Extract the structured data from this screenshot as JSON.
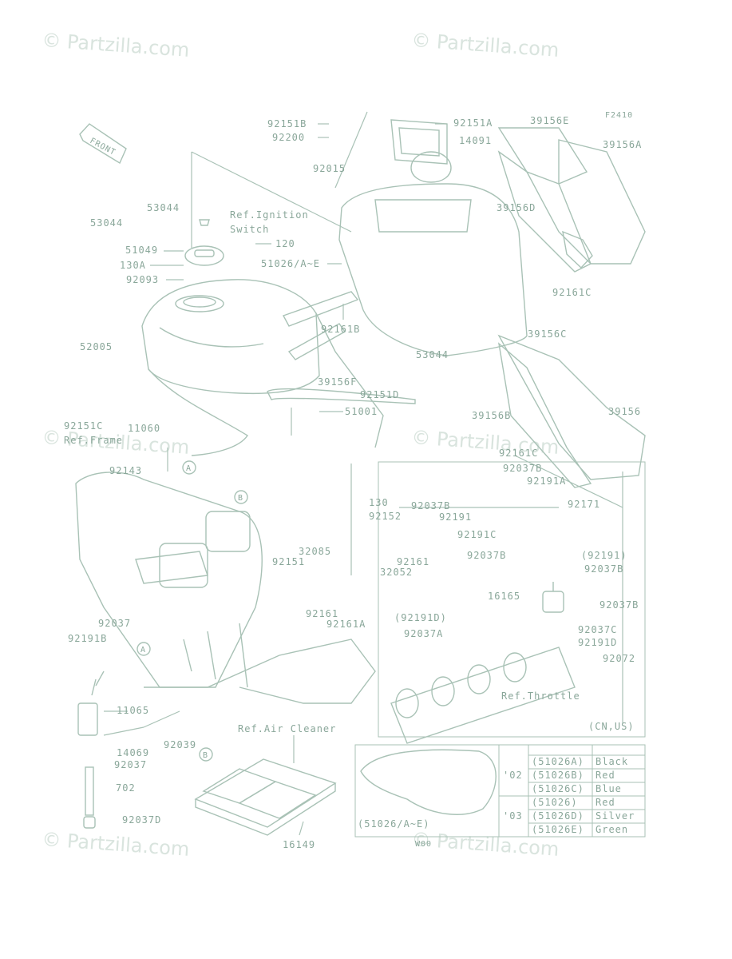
{
  "watermark": "© Partzilla.com",
  "figure_code": "F2410",
  "front_label": "FRONT",
  "parts": {
    "p92151B": "92151B",
    "p92200": "92200",
    "p92015": "92015",
    "p92151A": "92151A",
    "p14091": "14091",
    "p39156E": "39156E",
    "p39156A_top": "39156A",
    "p39156D": "39156D",
    "p92161C_a": "92161C",
    "p53044_a": "53044",
    "p53044_b": "53044",
    "ref_ignition_1": "Ref.Ignition",
    "ref_ignition_2": "Switch",
    "p120": "120",
    "p51049": "51049",
    "p130A": "130A",
    "p51026": "51026/A~E",
    "p92093": "92093",
    "p92161B": "92161B",
    "p52005": "52005",
    "p39156C": "39156C",
    "p39156F": "39156F",
    "p53044_c": "53044",
    "p92151D": "92151D",
    "p92151C": "92151C",
    "p11060": "11060",
    "p51001": "51001",
    "ref_frame_1": "Ref.Frame",
    "p39156B": "39156B",
    "p39156": "39156",
    "p92143": "92143",
    "p92161C_b": "92161C",
    "p92037B_a": "92037B",
    "p92191A": "92191A",
    "p130": "130",
    "p92037B_b": "92037B",
    "p92171": "92171",
    "p92152": "92152",
    "p92191": "92191",
    "p92191C": "92191C",
    "p32085": "32085",
    "p92151": "92151",
    "p92161_a": "92161",
    "p92037B_c": "92037B",
    "p92191_paren": "(92191)",
    "p32052": "32052",
    "p92037B_d": "92037B",
    "p16165": "16165",
    "p92161_b": "92161",
    "p92037B_e": "92037B",
    "p92161A": "92161A",
    "p92191D_paren": "(92191D)",
    "p92037C": "92037C",
    "p92037A": "92037A",
    "p92191D": "92191D",
    "p92072": "92072",
    "p92037": "92037",
    "p92191B": "92191B",
    "ref_throttle": "Ref.Throttle",
    "p11065": "11065",
    "p14069": "14069",
    "p92039": "92039",
    "p92037_b": "92037",
    "cn_us": "(CN,US)",
    "ref_air": "Ref.Air Cleaner",
    "p702": "702",
    "p92037D": "92037D",
    "p16149": "16149",
    "callout_A": "A",
    "callout_B": "B"
  },
  "color_table": {
    "inset_label": "(51026/A~E)",
    "inset_code": "W00",
    "rows": [
      {
        "year": "'02",
        "part": "(51026A)",
        "color": "Black"
      },
      {
        "year": "",
        "part": "(51026B)",
        "color": "Red"
      },
      {
        "year": "",
        "part": "(51026C)",
        "color": "Blue"
      },
      {
        "year": "'03",
        "part": "(51026)",
        "color": "Red"
      },
      {
        "year": "",
        "part": "(51026D)",
        "color": "Silver"
      },
      {
        "year": "",
        "part": "(51026E)",
        "color": "Green"
      }
    ]
  },
  "colors": {
    "line": "#a9c2b6",
    "text": "#8aa79a",
    "watermark": "#d9e4de"
  }
}
